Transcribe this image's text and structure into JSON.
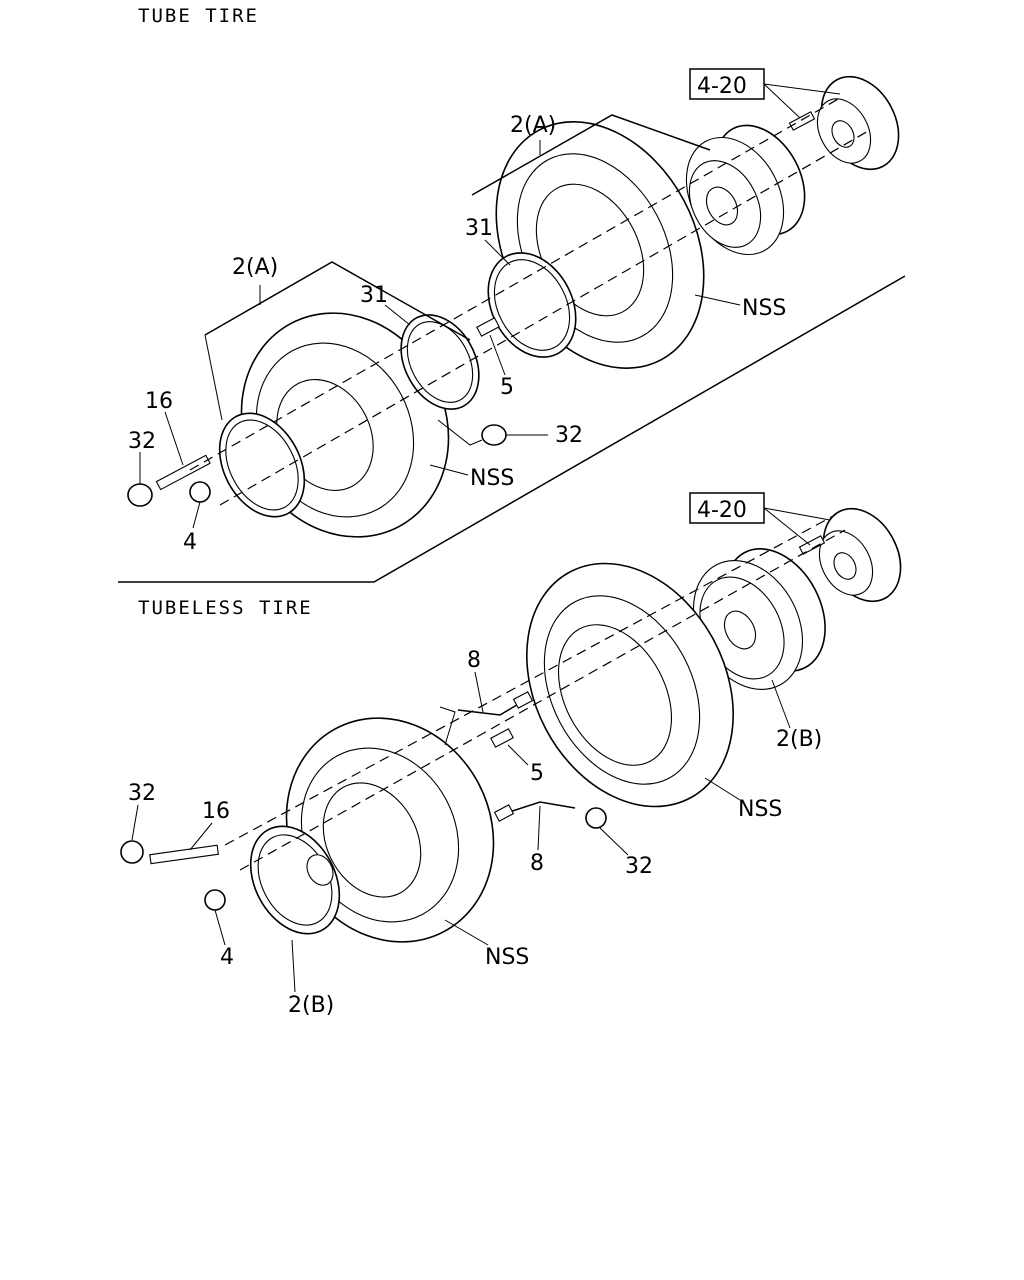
{
  "sections": {
    "tube_title": "TUBE TIRE",
    "tubeless_title": "TUBELESS TIRE"
  },
  "labels": {
    "ref_4_20_top": "4-20",
    "ref_4_20_bottom": "4-20",
    "t_2a_rear": "2(A)",
    "t_2a_front": "2(A)",
    "t_31_rear": "31",
    "t_31_front": "31",
    "t_nss_rear": "NSS",
    "t_nss_front": "NSS",
    "t_5": "5",
    "t_32_right": "32",
    "t_32_left": "32",
    "t_16": "16",
    "t_4": "4",
    "b_8_top": "8",
    "b_5": "5",
    "b_2b_rear": "2(B)",
    "b_nss_rear": "NSS",
    "b_32_left": "32",
    "b_16": "16",
    "b_8_bottom": "8",
    "b_32_right": "32",
    "b_4": "4",
    "b_nss_front": "NSS",
    "b_2b_front": "2(B)"
  }
}
